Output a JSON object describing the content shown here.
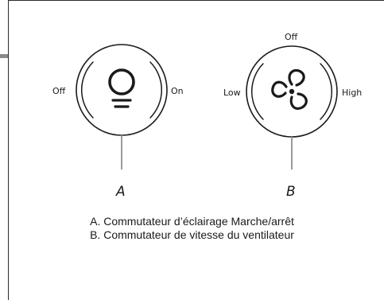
{
  "switch_light": {
    "letter": "A",
    "left_label": "Off",
    "right_label": "On",
    "icon": "light-bulb-icon"
  },
  "switch_fan": {
    "letter": "B",
    "left_label": "Low",
    "top_label": "Off",
    "right_label": "High",
    "icon": "fan-icon"
  },
  "legend": {
    "a": "A. Commutateur d’éclairage Marche/arrêt",
    "b": "B. Commutateur de vitesse du ventilateur"
  }
}
